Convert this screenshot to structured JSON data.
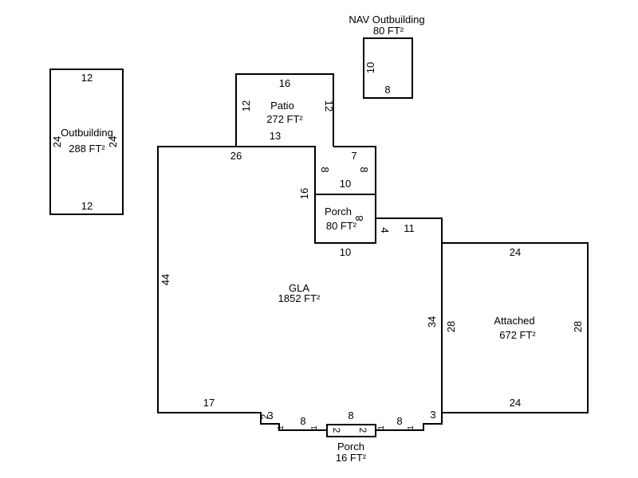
{
  "areas": {
    "outbuilding": {
      "name": "Outbuilding",
      "area": "288 FT²",
      "dims": {
        "top": "12",
        "bottom": "12",
        "left": "24",
        "right": "24"
      }
    },
    "nav_outbuilding": {
      "name": "NAV Outbuilding",
      "area": "80 FT²",
      "dims": {
        "left": "10",
        "bottom": "8"
      }
    },
    "patio": {
      "name": "Patio",
      "area": "272 FT²",
      "dims": {
        "top": "16",
        "left": "12",
        "right": "12",
        "bottom": "13"
      }
    },
    "gla": {
      "name": "GLA",
      "area": "1852 FT²",
      "dims": {
        "top": "26",
        "left": "44",
        "bottom_left": "17",
        "right": "34",
        "step_top": "11",
        "step_side": "4",
        "notch_top": "7",
        "notch_left": "8",
        "notch_right": "8",
        "notch_bottom": "10",
        "inner_left": "16",
        "porch_bottom": "10",
        "b_step_a": "2",
        "b_step_b": "3",
        "b_1a": "1",
        "b_8a": "8",
        "b_1b": "1",
        "b_8mid": "8",
        "b_1c": "1",
        "b_8b": "8",
        "b_1d": "1",
        "b_3": "3"
      }
    },
    "porch_main": {
      "name": "Porch",
      "area": "80 FT²",
      "dims": {
        "right": "8"
      }
    },
    "attached": {
      "name": "Attached",
      "area": "672 FT²",
      "dims": {
        "top": "24",
        "bottom": "24",
        "left": "28",
        "right": "28"
      }
    },
    "porch_small": {
      "name": "Porch",
      "area": "16 FT²",
      "dims": {
        "left": "2",
        "right": "2"
      }
    }
  }
}
